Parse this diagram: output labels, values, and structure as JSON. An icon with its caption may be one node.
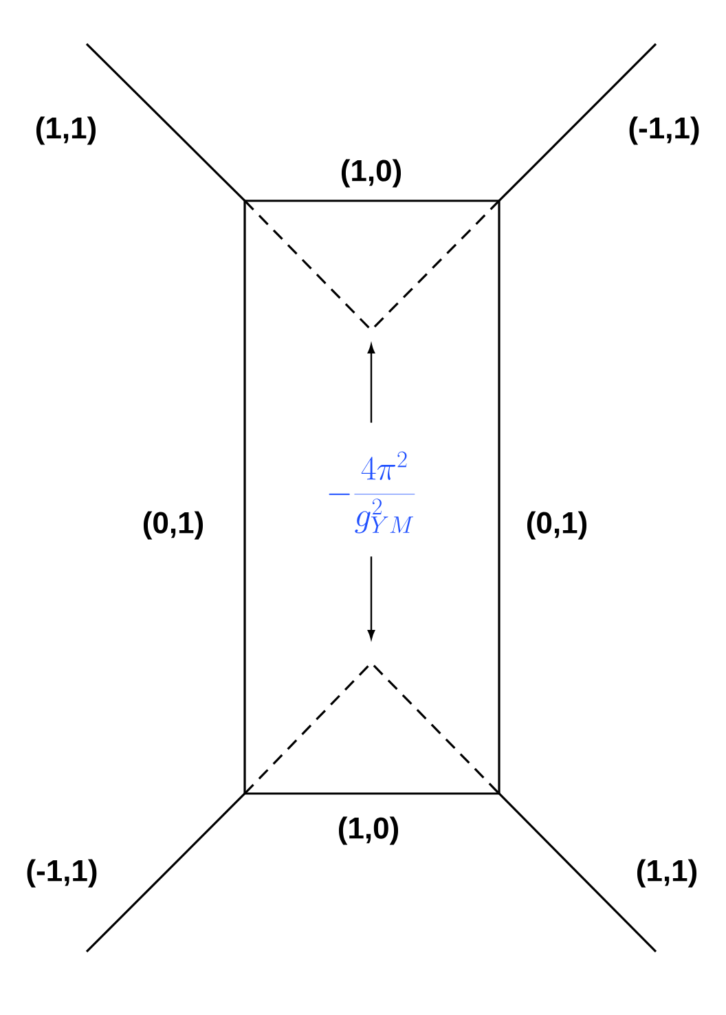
{
  "diagram": {
    "nodes": [
      {
        "text": [
          "-\\frac{4\\pi^2}{g^2_{YM}}"
        ]
      },
      {
        "text": [],
        "shape": "vertex"
      },
      {
        "text": [],
        "shape": "vertex"
      }
    ],
    "edges": [
      {
        "from": 0,
        "to": 1,
        "arrow": "to"
      },
      {
        "from": 0,
        "to": 2,
        "arrow": "to"
      }
    ],
    "labels": [
      "(1,1)",
      "(1,0)",
      "(-1,1)",
      "(0,1)",
      "(0,1)",
      "(1,0)",
      "(-1,1)",
      "(1,1)"
    ]
  }
}
